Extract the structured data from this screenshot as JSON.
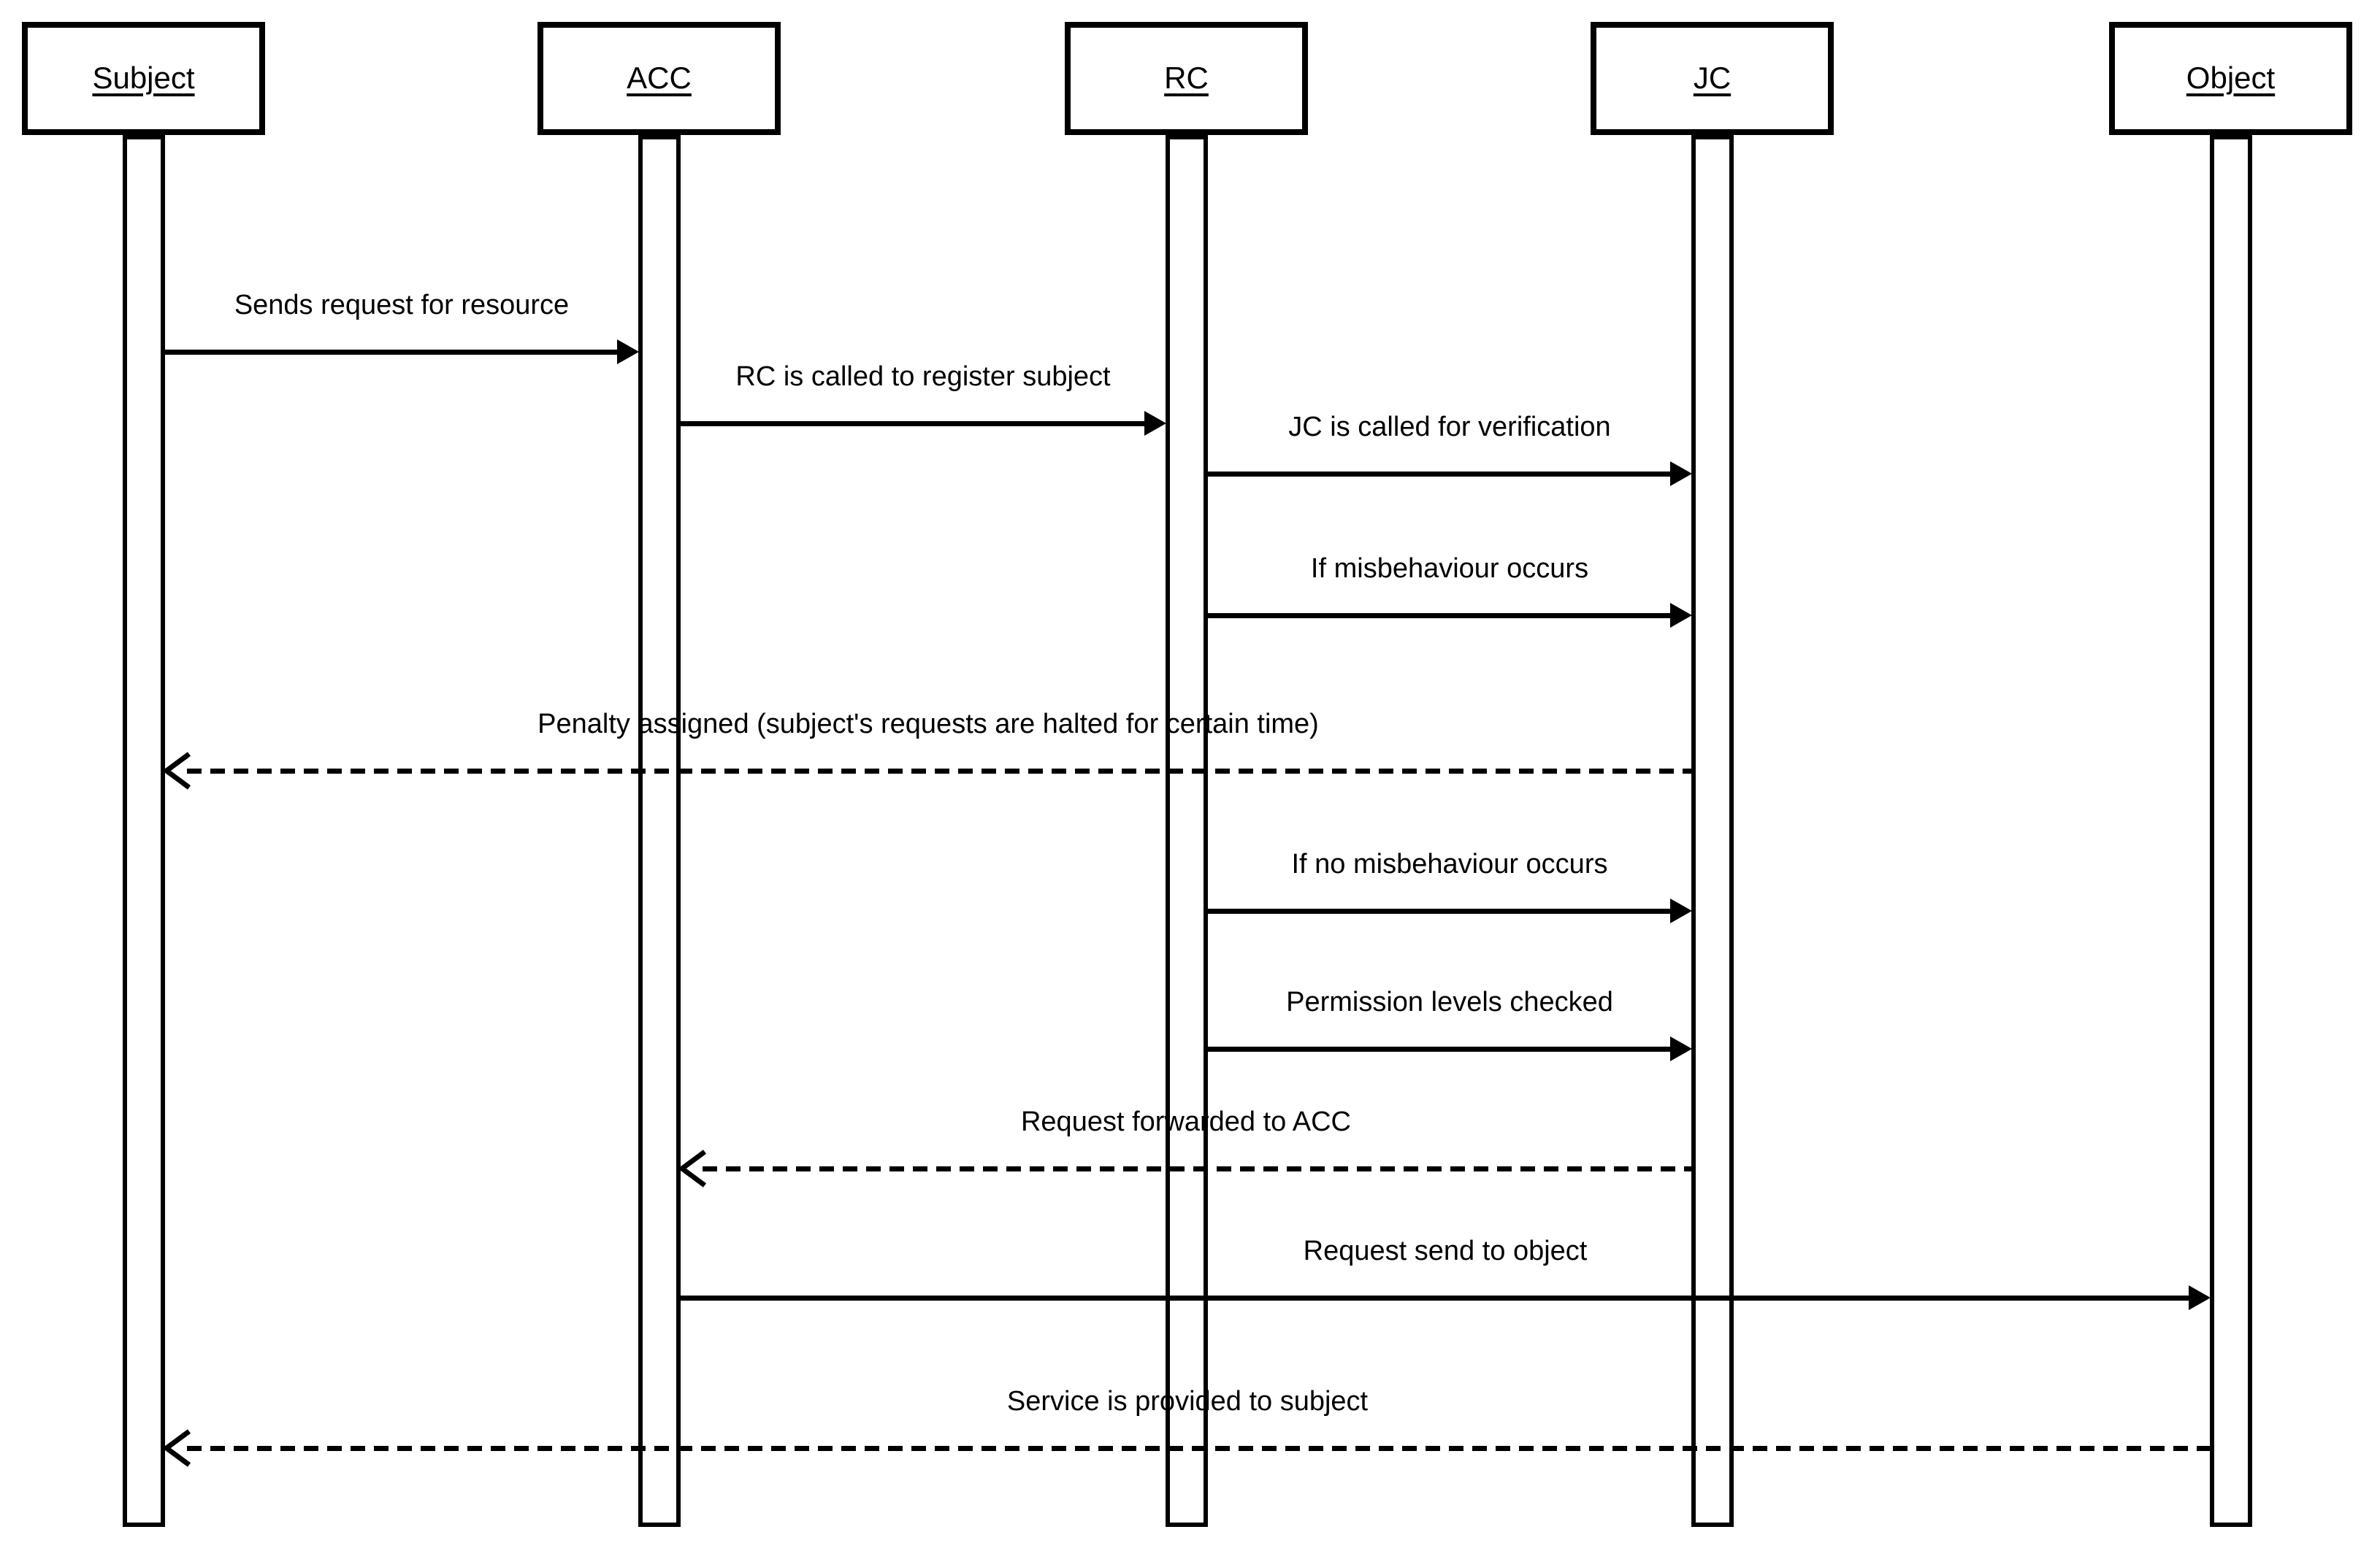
{
  "diagram": {
    "type": "uml-sequence-diagram",
    "colors": {
      "stroke": "#000000",
      "background": "#ffffff"
    },
    "actors": [
      {
        "name": "Subject"
      },
      {
        "name": "ACC"
      },
      {
        "name": "RC"
      },
      {
        "name": "JC"
      },
      {
        "name": "Object"
      }
    ],
    "messages": [
      {
        "label": "Sends request for resource",
        "from": "Subject",
        "to": "ACC",
        "line": "solid",
        "arrowhead": "filled"
      },
      {
        "label": "RC is called to register subject",
        "from": "ACC",
        "to": "RC",
        "line": "solid",
        "arrowhead": "filled"
      },
      {
        "label": "JC is called for verification",
        "from": "RC",
        "to": "JC",
        "line": "solid",
        "arrowhead": "filled"
      },
      {
        "label": "If misbehaviour occurs",
        "from": "RC",
        "to": "JC",
        "line": "solid",
        "arrowhead": "filled"
      },
      {
        "label": "Penalty assigned (subject's requests are halted for certain time)",
        "from": "JC",
        "to": "Subject",
        "line": "dashed",
        "arrowhead": "open"
      },
      {
        "label": "If no misbehaviour occurs",
        "from": "RC",
        "to": "JC",
        "line": "solid",
        "arrowhead": "filled"
      },
      {
        "label": "Permission levels checked",
        "from": "RC",
        "to": "JC",
        "line": "solid",
        "arrowhead": "filled"
      },
      {
        "label": "Request forwarded to ACC",
        "from": "JC",
        "to": "ACC",
        "line": "dashed",
        "arrowhead": "open"
      },
      {
        "label": "Request send to object",
        "from": "ACC",
        "to": "Object",
        "line": "solid",
        "arrowhead": "filled"
      },
      {
        "label": "Service is provided to subject",
        "from": "Object",
        "to": "Subject",
        "line": "dashed",
        "arrowhead": "open"
      }
    ]
  }
}
